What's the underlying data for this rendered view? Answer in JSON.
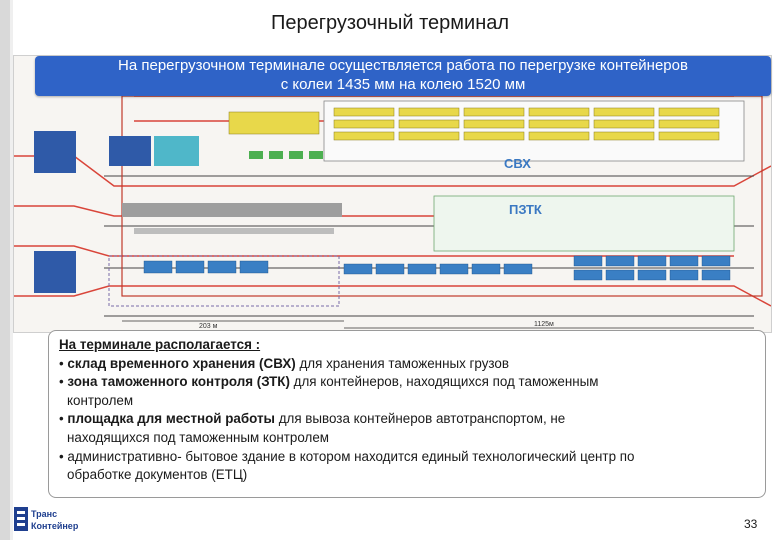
{
  "title": "Перегрузочный терминал",
  "banner": {
    "line1": "На перегрузочном терминале осуществляется работа по перегрузке контейнеров",
    "line2": "с колеи 1435 мм на колею 1520 мм"
  },
  "plan": {
    "label_svh": "СВХ",
    "label_pztk": "ПЗТК",
    "dim_bottom_1": "203 м",
    "dim_bottom_2": "1125м"
  },
  "info": {
    "heading": "На терминале располагается :",
    "items": [
      {
        "bold": "склад временного хранения (СВХ)",
        "rest": " для хранения таможенных грузов",
        "cont": ""
      },
      {
        "bold": "зона таможенного контроля (ЗТК)",
        "rest": " для  контейнеров, находящихся под таможенным",
        "cont": "контролем"
      },
      {
        "bold": "площадка для местной работы",
        "rest": " для вывоза контейнеров автотранспортом, не",
        "cont": "находящихся под таможенным контролем"
      },
      {
        "bold": "",
        "rest": " административно- бытовое здание в котором находится единый технологический центр по",
        "cont": "обработке документов (ЕТЦ)"
      }
    ]
  },
  "logo": {
    "line1": "Транс",
    "line2": "Контейнер"
  },
  "page_number": "33",
  "colors": {
    "banner": "#2f63c7",
    "plan_bg": "#f7f5f2",
    "container_yellow": "#e8d84a",
    "container_blue": "#3a7fc4",
    "track_red": "#d9453a"
  }
}
